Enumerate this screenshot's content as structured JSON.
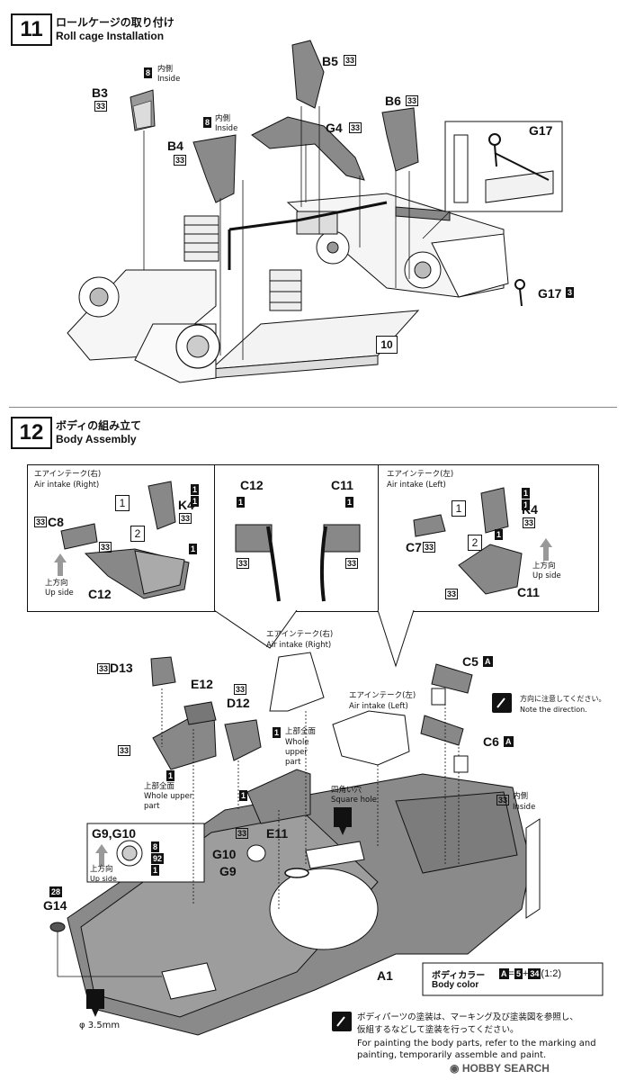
{
  "step11": {
    "number": "11",
    "title_ja": "ロールケージの取り付け",
    "title_en": "Roll cage Installation",
    "parts": {
      "b3": "B3",
      "b4": "B4",
      "b5": "B5",
      "b6": "B6",
      "g4": "G4",
      "g17": "G17",
      "g17b": "G17",
      "ref10": "10"
    },
    "color_codes": {
      "c33": "33",
      "c8": "8",
      "c3": "3"
    },
    "inside_ja": "内側",
    "inside_en": "Inside"
  },
  "step12": {
    "number": "12",
    "title_ja": "ボディの組み立て",
    "title_en": "Body Assembly",
    "panel_left": {
      "title_ja": "エアインテーク(右)",
      "title_en": "Air intake (Right)",
      "k4": "K4",
      "c8": "C8",
      "c12": "C12",
      "n1": "1",
      "n2": "2",
      "c33": "33",
      "up_ja": "上方向",
      "up_en": "Up side"
    },
    "panel_mid": {
      "c12": "C12",
      "c11": "C11"
    },
    "panel_right": {
      "title_ja": "エアインテーク(左)",
      "title_en": "Air intake (Left)",
      "k4": "K4",
      "c7": "C7",
      "c11": "C11",
      "n1": "1",
      "n2": "2",
      "c33": "33",
      "up_ja": "上方向",
      "up_en": "Up side"
    },
    "main": {
      "d13": "D13",
      "e12": "E12",
      "d12": "D12",
      "e11": "E11",
      "g10": "G10",
      "g9": "G9",
      "g14": "G14",
      "a1": "A1",
      "c5": "C5",
      "c6": "C6",
      "a_mark": "A",
      "g9g10": "G9,G10",
      "c8": "8",
      "c92": "92",
      "c1": "1",
      "c28": "28",
      "whole_upper_ja": "上部全面",
      "whole_upper_en1": "Whole",
      "whole_upper_en2": "upper",
      "whole_upper_en3": "part",
      "whole_upper_en_line": "Whole upper",
      "part": "part",
      "air_right_ja": "エアインテーク(右)",
      "air_right_en": "Air intake (Right)",
      "air_left_ja": "エアインテーク(左)",
      "air_left_en": "Air intake (Left)",
      "square_hole_ja": "四角い穴",
      "square_hole_en": "Square hole",
      "direction_ja": "方向に注意してください。",
      "direction_en": "Note the direction.",
      "inside_ja": "内側",
      "inside_en": "Inside",
      "phi": "φ 3.5mm",
      "up_ja": "上方向",
      "up_en": "Up side"
    },
    "body_color": {
      "label_ja": "ボディカラー",
      "label_en": "Body color",
      "a": "A",
      "eq": "=",
      "c5": "5",
      "plus": "+",
      "c34": "34",
      "ratio": "(1:2)"
    },
    "paint_note": {
      "ja1": "ボディパーツの塗装は、マーキング及び塗装図を参照し、",
      "ja2": "仮組するなどして塗装を行ってください。",
      "en1": "For painting the body parts, refer to the marking and",
      "en2": "painting, temporarily assemble and paint."
    }
  },
  "watermark": "HOBBY SEARCH"
}
